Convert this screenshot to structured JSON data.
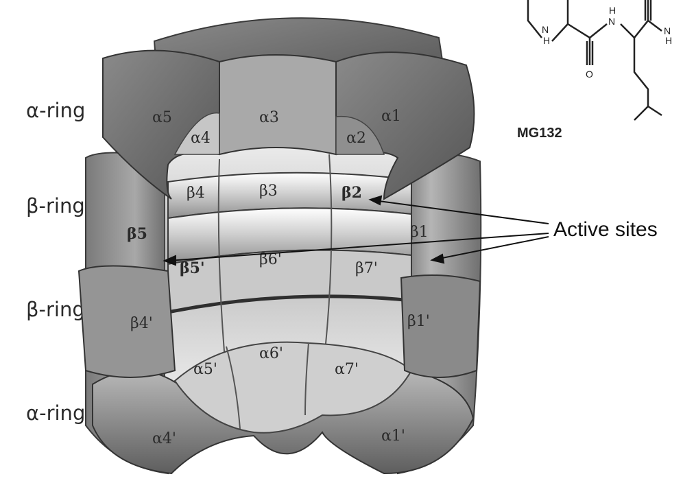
{
  "ring_labels": {
    "top_alpha": "α-ring",
    "upper_beta": "β-ring",
    "lower_beta": "β-ring",
    "bottom_alpha": "α-ring"
  },
  "subunits": {
    "a5": "α5",
    "a4": "α4",
    "a3": "α3",
    "a2": "α2",
    "a1": "α1",
    "b4": "β4",
    "b3": "β3",
    "b2": "β2",
    "b5": "β5",
    "b1": "β1",
    "b5p": "β5'",
    "b6p": "β6'",
    "b7p": "β7'",
    "b4p": "β4'",
    "b1p": "β1'",
    "a5p": "α5'",
    "a6p": "α6'",
    "a7p": "α7'",
    "a4p": "α4'",
    "a1p": "α1'"
  },
  "molecule": {
    "name": "MG132",
    "atoms": {
      "n1": "N",
      "h1": "H",
      "h2": "H",
      "n2": "N",
      "o1": "O",
      "n3": "N",
      "h3": "H"
    }
  },
  "annotation": {
    "active_sites": "Active sites"
  },
  "colors": {
    "dark_face": "#6e6e6e",
    "mid_face": "#9a9a9a",
    "light_face": "#d6d6d6",
    "groove": "#3a3a3a"
  }
}
